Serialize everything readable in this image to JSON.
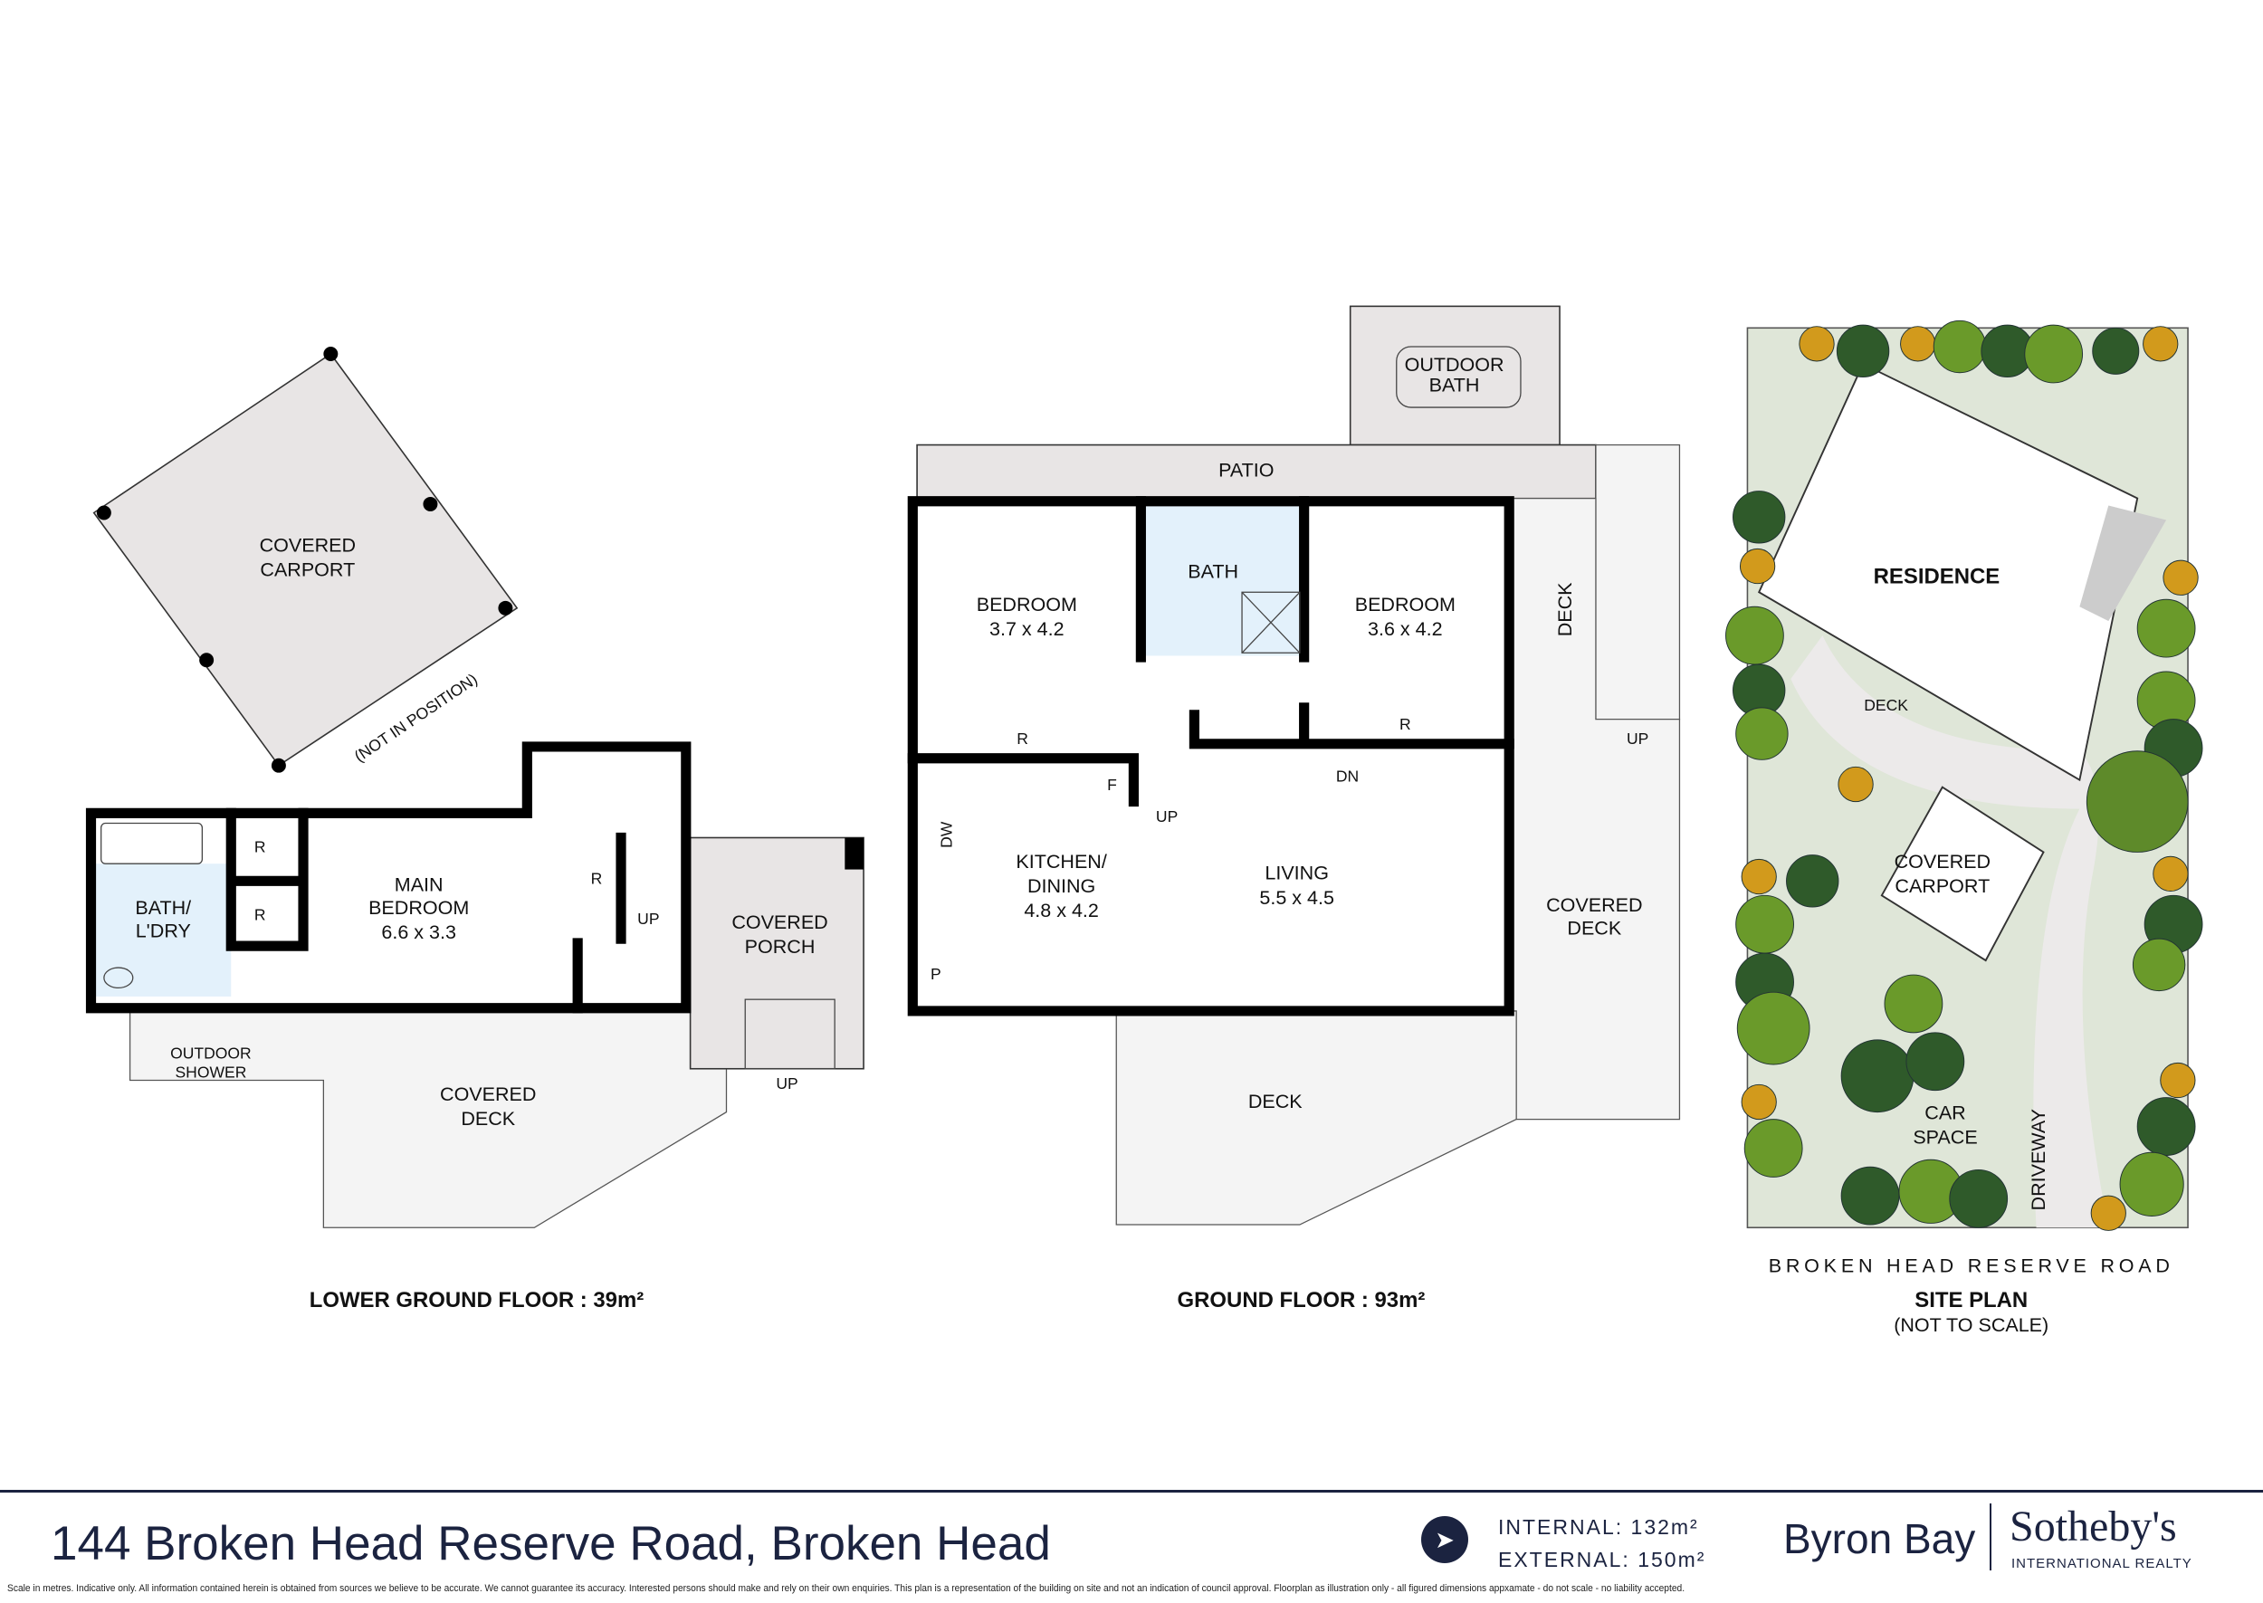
{
  "lower_ground": {
    "title": "LOWER GROUND FLOOR : 39m²",
    "carport": [
      "COVERED",
      "CARPORT"
    ],
    "not_in_position": "(NOT IN POSITION)",
    "bath": [
      "BATH/",
      "L'DRY"
    ],
    "main_bedroom": [
      "MAIN",
      "BEDROOM",
      "6.6 x 3.3"
    ],
    "robe": "R",
    "up": "UP",
    "porch": [
      "COVERED",
      "PORCH"
    ],
    "outdoor_shower": [
      "OUTDOOR",
      "SHOWER"
    ],
    "deck": [
      "COVERED",
      "DECK"
    ]
  },
  "ground": {
    "title": "GROUND FLOOR : 93m²",
    "outdoor_bath": [
      "OUTDOOR",
      "BATH"
    ],
    "patio": "PATIO",
    "bedroom1": [
      "BEDROOM",
      "3.7 x 4.2"
    ],
    "bath": "BATH",
    "bedroom2": [
      "BEDROOM",
      "3.6 x 4.2"
    ],
    "deck_side": "DECK",
    "robe": "R",
    "fridge": "F",
    "dishwasher": "DW",
    "pantry": "P",
    "up": "UP",
    "dn": "DN",
    "kitchen": [
      "KITCHEN/",
      "DINING",
      "4.8 x 4.2"
    ],
    "living": [
      "LIVING",
      "5.5 x 4.5"
    ],
    "covered_deck": [
      "COVERED",
      "DECK"
    ],
    "deck": "DECK"
  },
  "site": {
    "residence": "RESIDENCE",
    "deck": "DECK",
    "carport": [
      "COVERED",
      "CARPORT"
    ],
    "car_space": [
      "CAR",
      "SPACE"
    ],
    "driveway": "DRIVEWAY",
    "road": "BROKEN HEAD RESERVE ROAD",
    "title": "SITE PLAN",
    "subtitle": "(NOT TO SCALE)"
  },
  "footer": {
    "address": "144 Broken Head Reserve Road, Broken Head",
    "internal": "INTERNAL: 132m²",
    "external": "EXTERNAL: 150m²",
    "agency": "Byron Bay",
    "brand": "Sotheby's",
    "brand_sub": "INTERNATIONAL REALTY",
    "disclaimer": "Scale in metres.  Indicative only. All information contained herein is obtained from sources we believe to be accurate. We cannot guarantee its accuracy. Interested persons should make and rely on their own enquiries. This plan is a representation of the building on site and not an indication of council approval. Floorplan as illustration only - all figured dimensions appxamate - do not scale - no liability accepted."
  },
  "colors": {
    "navy": "#1b2340",
    "bath": "#e3f1fb",
    "grass": "#dfe6d8",
    "tree": "#3f6b2a"
  }
}
